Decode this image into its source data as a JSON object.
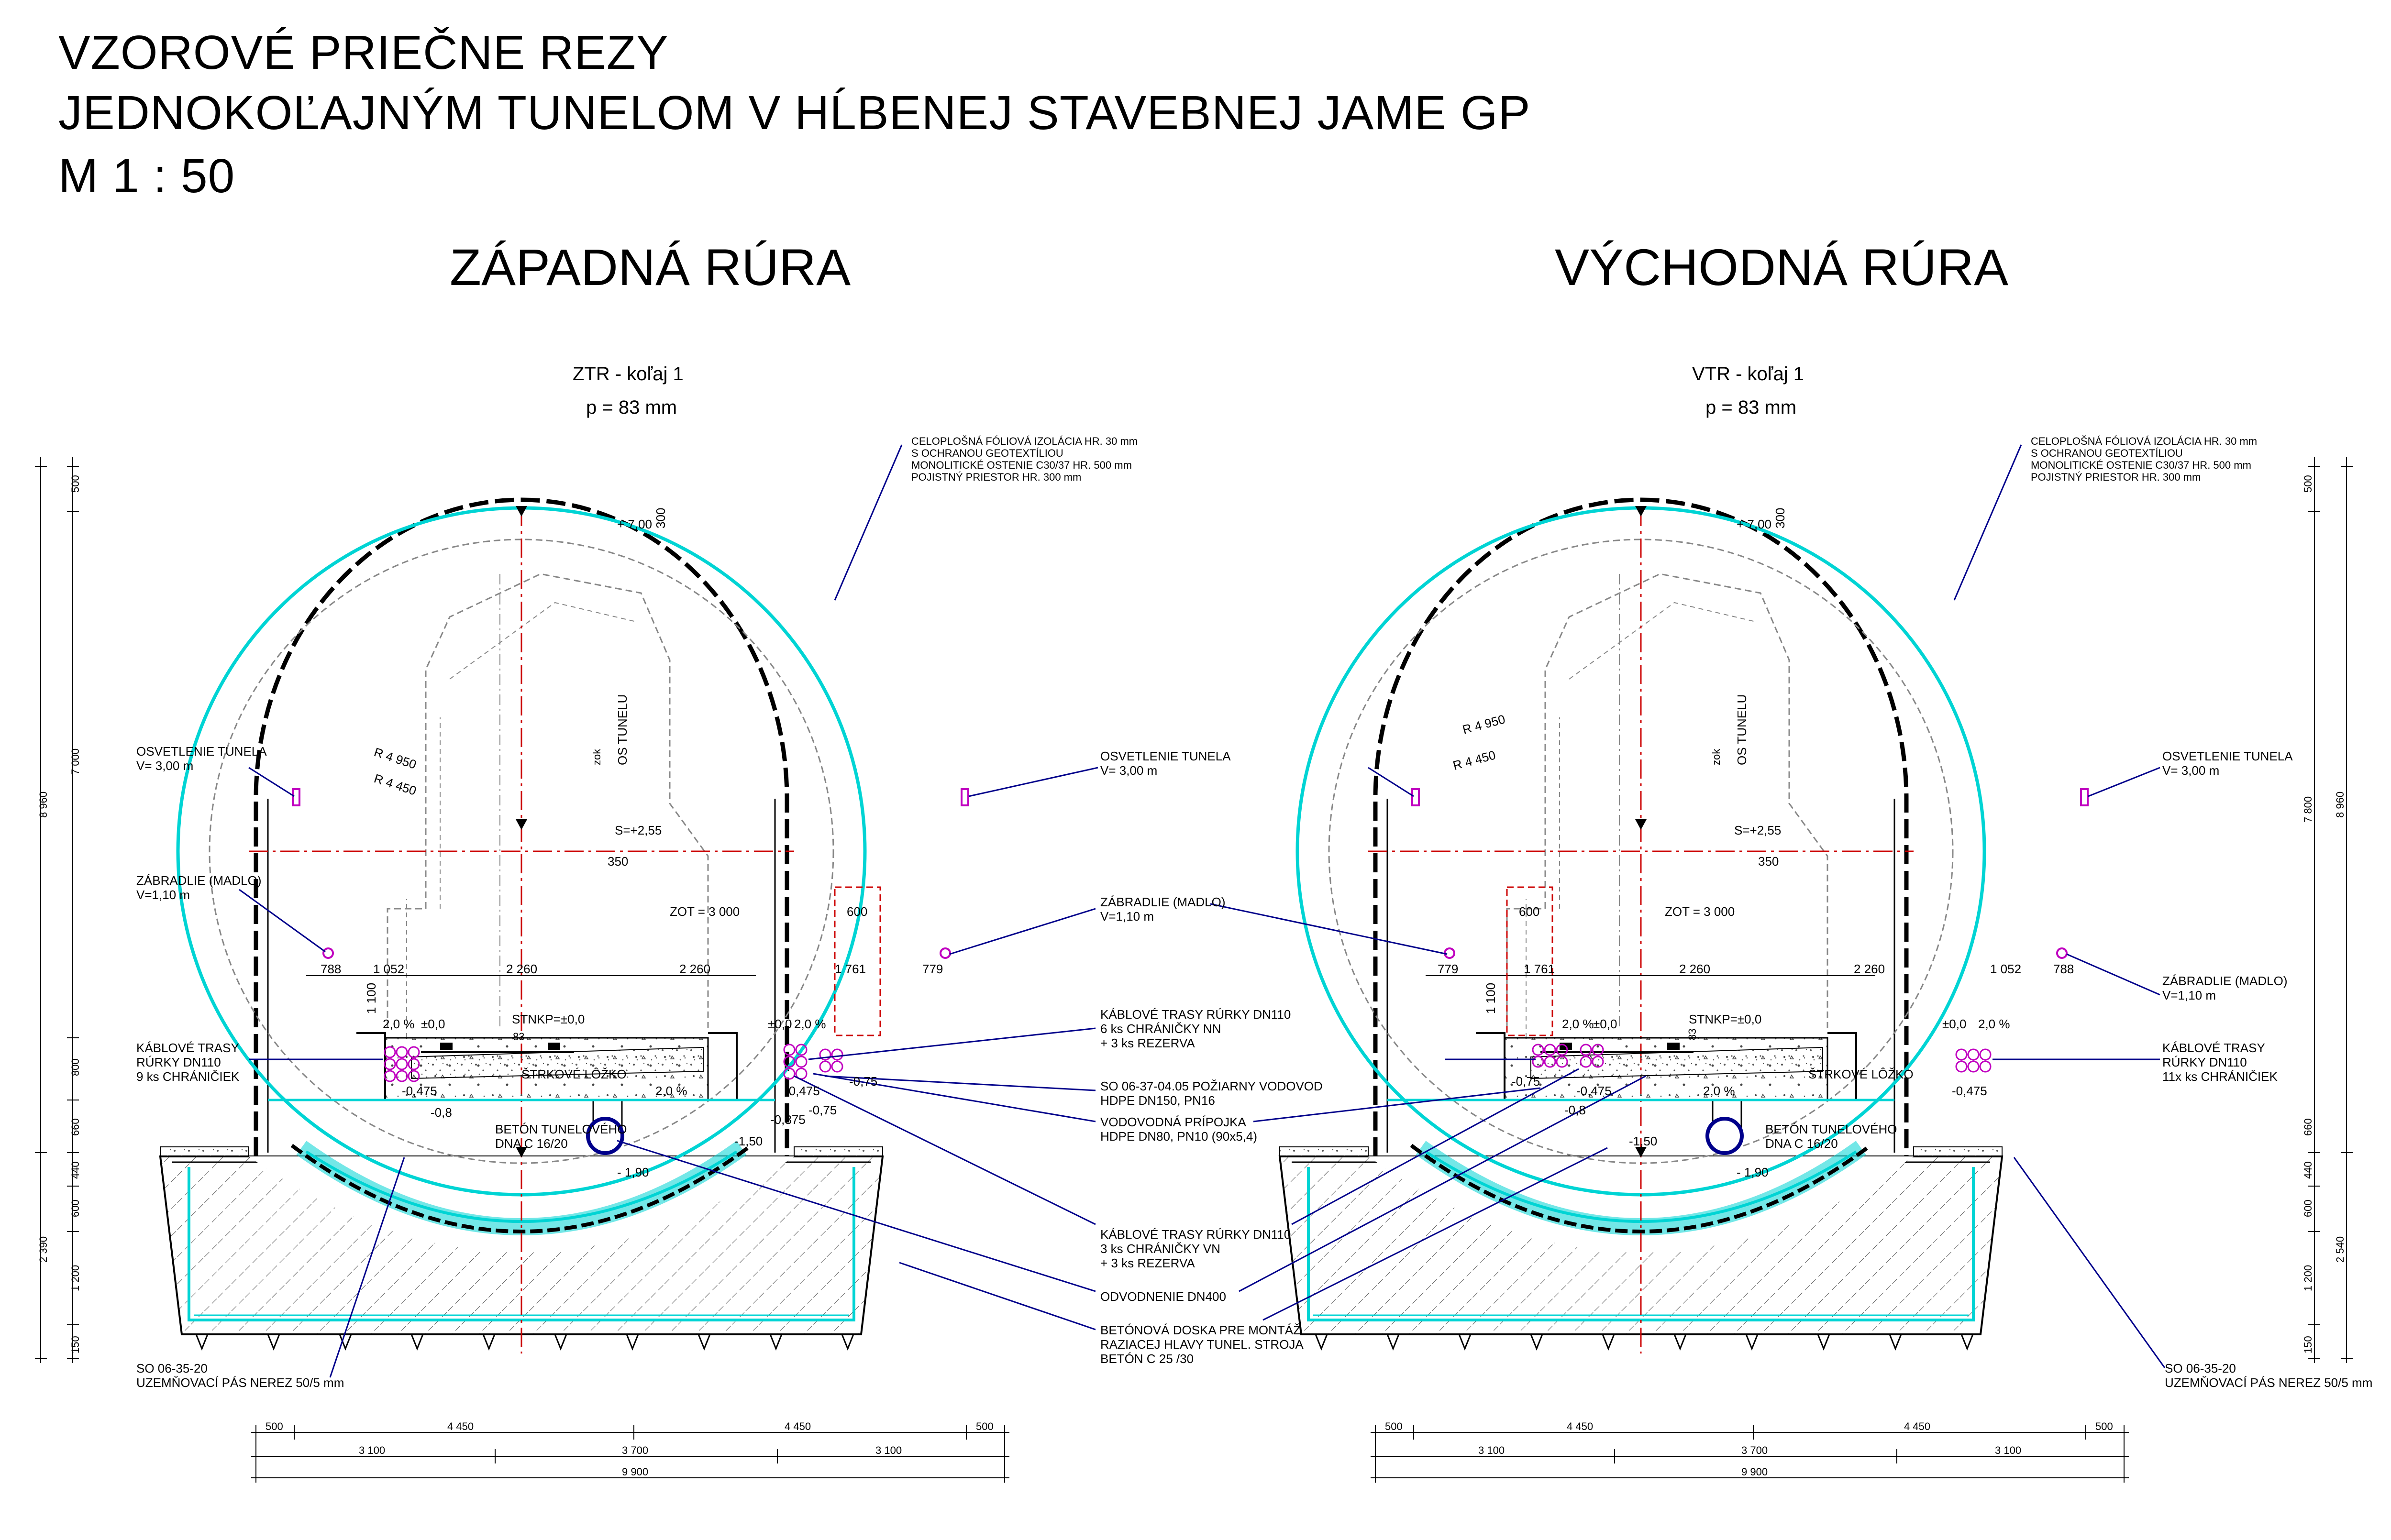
{
  "title": {
    "line1": "VZOROVÉ PRIEČNE REZY",
    "line2": "JEDNOKOĽAJNÝM TUNELOM V HĹBENEJ STAVEBNEJ JAME GP",
    "line3": "M  1 : 50"
  },
  "colors": {
    "lining": "#00d4d4",
    "axis": "#cc0000",
    "leader": "#00008b",
    "cable": "#c000c0",
    "gray": "#777777",
    "ink": "#000000"
  },
  "left": {
    "heading": "ZÁPADNÁ RÚRA",
    "track": "ZTR - koľaj 1",
    "cant": "p = 83 mm",
    "layers": [
      "CELOPLOŠNÁ FÓLIOVÁ IZOLÁCIA HR. 30 mm",
      "S OCHRANOU GEOTEXTÍLIOU",
      "MONOLITICKÉ OSTENIE C30/37 HR. 500 mm",
      "POJISTNÝ PRIESTOR HR. 300 mm"
    ],
    "lighting": [
      "OSVETLENIE TUNELA",
      "V= 3,00 m"
    ],
    "lighting_right": [
      "OSVETLENIE TUNELA",
      "V= 3,00 m"
    ],
    "handrail": [
      "ZÁBRADLIE (MADLO)",
      "V=1,10 m"
    ],
    "handrail_right": [
      "ZÁBRADLIE (MADLO)",
      "V=1,10 m"
    ],
    "cable_left": [
      "KÁBLOVÉ TRASY",
      "RÚRKY DN110",
      "9 ks CHRÁNIČIEK"
    ],
    "cable_right_top": [
      "KÁBLOVÉ TRASY RÚRKY DN110",
      "6 ks CHRÁNIČKY NN",
      "+ 3 ks REZERVA"
    ],
    "water_fire": [
      "SO 06-37-04.05 POŽIARNY VODOVOD",
      "HDPE DN150, PN16"
    ],
    "water_conn": [
      "VODOVODNÁ PRÍPOJKA",
      "HDPE DN80, PN10 (90x5,4)"
    ],
    "cable_vn": [
      "KÁBLOVÉ TRASY RÚRKY DN110",
      "3 ks CHRÁNIČKY VN",
      "+ 3 ks REZERVA"
    ],
    "drain": "ODVODNENIE  DN400",
    "slab": [
      "BETÓNOVÁ DOSKA PRE MONTÁŽ",
      "RAZIACEJ HLAVY TUNEL. STROJA",
      "BETÓN C 25 /30"
    ],
    "earthing": [
      "SO 06-35-20",
      "UZEMŇOVACÍ PÁS NEREZ 50/5 mm"
    ],
    "bottom_concrete": [
      "BETÓN TUNELOVÉHO",
      "DNA C 16/20"
    ],
    "ballast": "ŠTRKOVÉ LÔŽKO",
    "tunnel_axis": "OS TUNELU",
    "track_axis": "zok",
    "levels": {
      "top": "+ 7,00",
      "s": "S=+2,55",
      "stnkp": "STNKP=±0,0",
      "zero_l": "±0,0",
      "zero_r": "±0,0",
      "invert": "- 1,90",
      "drain": "-1,50",
      "m0475_l": "-0,475",
      "m0475_r": "-0,475",
      "m08": "-0,8",
      "m0875": "-0,875",
      "m075_a": "-0,75",
      "m075_b": "-0,75"
    },
    "radii": [
      "R 4 950",
      "R 4 450"
    ],
    "dims_top": [
      "788",
      "1 052",
      "2 260",
      "2 260",
      "1 761",
      "779"
    ],
    "zot": "ZOT = 3 000",
    "dim_350": "350",
    "dim_600": "600",
    "dim_300": "300",
    "dim_1100": "1 100",
    "dim_83": "83",
    "slopes": [
      "2,0 %",
      "2,0 %",
      "2,0 %"
    ],
    "dims_left": [
      "500",
      "7 000",
      "800",
      "660",
      "440",
      "600",
      "1 200",
      "150"
    ],
    "dims_left_total": [
      "8 960",
      "2 390"
    ],
    "dims_bottom_row1": [
      "500",
      "4 450",
      "4 450",
      "500"
    ],
    "dims_bottom_row2": [
      "3 100",
      "3 700",
      "3 100"
    ],
    "dims_bottom_total": "9 900"
  },
  "right": {
    "heading": "VÝCHODNÁ RÚRA",
    "track": "VTR - koľaj 1",
    "cant": "p = 83 mm",
    "layers": [
      "CELOPLOŠNÁ FÓLIOVÁ IZOLÁCIA HR. 30 mm",
      "S OCHRANOU GEOTEXTÍLIOU",
      "MONOLITICKÉ OSTENIE C30/37 HR. 500 mm",
      "POJISTNÝ PRIESTOR HR. 300 mm"
    ],
    "lighting": [
      "OSVETLENIE TUNELA",
      "V= 3,00 m"
    ],
    "handrail": [
      "ZÁBRADLIE (MADLO)",
      "V=1,10 m"
    ],
    "cable_right": [
      "KÁBLOVÉ TRASY",
      "RÚRKY DN110",
      "11x ks CHRÁNIČIEK"
    ],
    "earthing": [
      "SO 06-35-20",
      "UZEMŇOVACÍ PÁS NEREZ 50/5 mm"
    ],
    "bottom_concrete": [
      "BETÓN TUNELOVÉHO",
      "DNA C 16/20"
    ],
    "ballast": "ŠTRKOVÉ LÔŽKO",
    "tunnel_axis": "OS TUNELU",
    "track_axis": "zok",
    "levels": {
      "top": "+ 7,00",
      "s": "S=+2,55",
      "stnkp": "STNKP=±0,0",
      "zero_l": "±0,0",
      "zero_r": "±0,0",
      "invert": "- 1,90",
      "drain": "-1,50",
      "m0475_l": "-0,475",
      "m0475_r": "-0,475",
      "m08": "-0,8",
      "m075": "-0,75"
    },
    "radii": [
      "R 4 950",
      "R 4 450"
    ],
    "dims_top": [
      "779",
      "1 761",
      "2 260",
      "2 260",
      "1 052",
      "788"
    ],
    "zot": "ZOT = 3 000",
    "dim_350": "350",
    "dim_600": "600",
    "dim_300": "300",
    "dim_1100": "1 100",
    "dim_83": "83",
    "slopes": [
      "2,0 %",
      "2,0 %",
      "2,0 %"
    ],
    "dims_right": [
      "500",
      "7 800",
      "660",
      "440",
      "600",
      "1 200",
      "150"
    ],
    "dims_right_total": [
      "8 960",
      "2 540"
    ],
    "dims_bottom_row1": [
      "500",
      "4 450",
      "4 450",
      "500"
    ],
    "dims_bottom_row2": [
      "3 100",
      "3 700",
      "3 100"
    ],
    "dims_bottom_total": "9 900"
  }
}
